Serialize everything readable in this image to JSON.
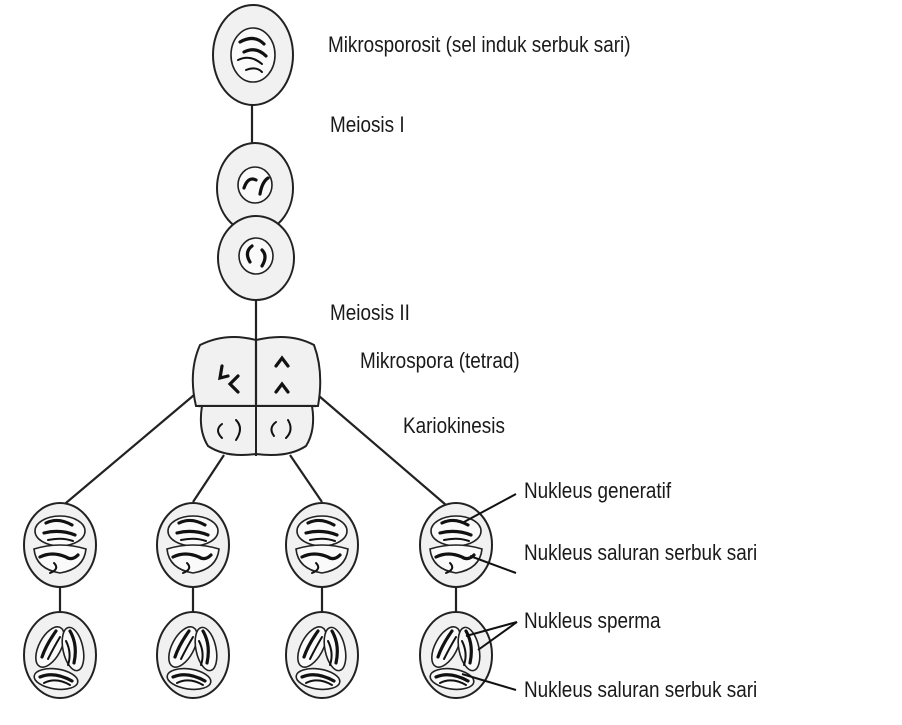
{
  "labels": {
    "mikrosporosit": "Mikrosporosit (sel induk serbuk sari)",
    "meiosis_1": "Meiosis I",
    "meiosis_2": "Meiosis II",
    "mikrospora": "Mikrospora (tetrad)",
    "kariokinesis": "Kariokinesis",
    "nukleus_generatif": "Nukleus generatif",
    "nukleus_saluran_1": "Nukleus saluran serbuk sari",
    "nukleus_sperma": "Nukleus sperma",
    "nukleus_saluran_2": "Nukleus saluran serbuk sari"
  }
}
